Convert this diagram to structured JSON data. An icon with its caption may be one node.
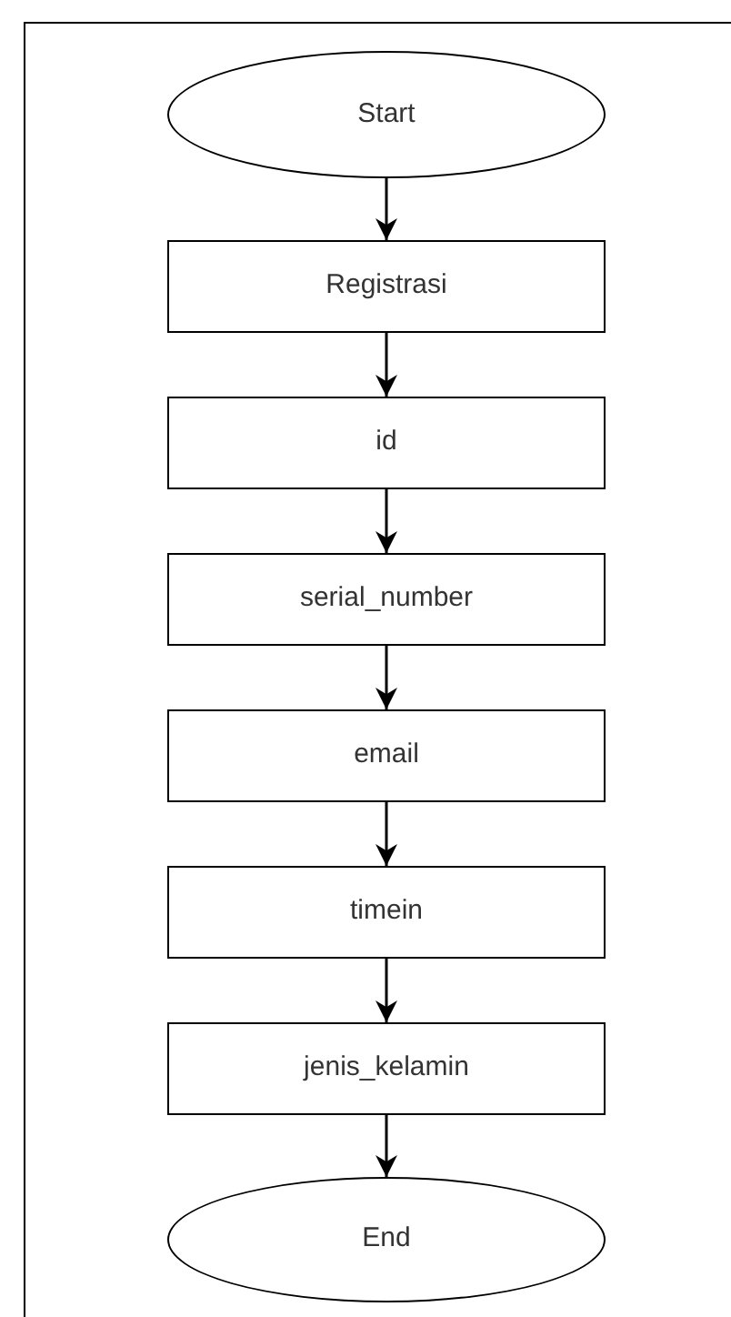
{
  "diagram": {
    "nodes": [
      {
        "text": [
          "Start"
        ]
      },
      {
        "text": [
          "Registrasi"
        ]
      },
      {
        "text": [
          "id"
        ]
      },
      {
        "text": [
          "serial_number"
        ]
      },
      {
        "text": [
          "email"
        ]
      },
      {
        "text": [
          "timein"
        ]
      },
      {
        "text": [
          "jenis_kelamin"
        ]
      },
      {
        "text": [
          "End"
        ]
      }
    ],
    "edges": [
      {
        "from": 0,
        "to": 1,
        "arrow": "to"
      },
      {
        "from": 1,
        "to": 2,
        "arrow": "to"
      },
      {
        "from": 2,
        "to": 3,
        "arrow": "to"
      },
      {
        "from": 3,
        "to": 4,
        "arrow": "to"
      },
      {
        "from": 4,
        "to": 5,
        "arrow": "to"
      },
      {
        "from": 5,
        "to": 6,
        "arrow": "to"
      },
      {
        "from": 6,
        "to": 7,
        "arrow": "to"
      }
    ]
  }
}
